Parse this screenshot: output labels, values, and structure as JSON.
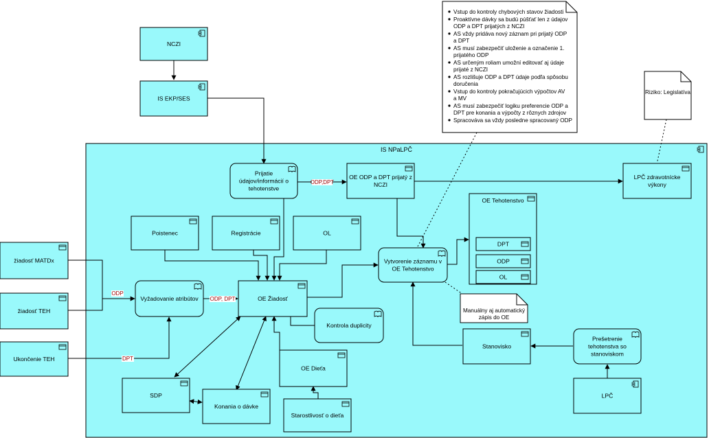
{
  "colors": {
    "fill": "#99f9fb",
    "stroke": "#000000",
    "note_fill": "#ffffff",
    "label_text": "#990000"
  },
  "container": {
    "label": "IS NPaLPČ",
    "icon": "component-icon"
  },
  "nodes": [
    {
      "id": "nczi",
      "label": "NCZI",
      "kind": "component"
    },
    {
      "id": "is-ekp",
      "label": "IS EKP/SES",
      "kind": "component"
    },
    {
      "id": "prijatie",
      "label": "Prijatie údajov/informácií o tehotenstve",
      "kind": "service"
    },
    {
      "id": "oe-odp-dpt",
      "label": "OE ODP a DPT prijatý z NCZI",
      "kind": "object"
    },
    {
      "id": "lpc-vykony",
      "label": "LPČ zdravotnícke výkony",
      "kind": "object"
    },
    {
      "id": "poistenec",
      "label": "Poistenec",
      "kind": "object"
    },
    {
      "id": "registracie",
      "label": "Registrácie",
      "kind": "object"
    },
    {
      "id": "ol",
      "label": "OL",
      "kind": "object"
    },
    {
      "id": "zaznam",
      "label": "Vytvorenie záznamu v OE Tehotenstvo",
      "kind": "service"
    },
    {
      "id": "oe-tehotenstvo",
      "label": "OE Tehotenstvo",
      "kind": "object"
    },
    {
      "id": "dpt",
      "label": "DPT",
      "kind": "object"
    },
    {
      "id": "odp",
      "label": "ODP",
      "kind": "object"
    },
    {
      "id": "ol-inner",
      "label": "OL",
      "kind": "object"
    },
    {
      "id": "ziadost-matdx",
      "label": "žiadosť MATDx",
      "kind": "object"
    },
    {
      "id": "ziadost-teh",
      "label": "žiadosť TEH",
      "kind": "object"
    },
    {
      "id": "ukoncenie-teh",
      "label": "Ukončenie TEH",
      "kind": "object"
    },
    {
      "id": "vyzadovanie",
      "label": "Vyžadovanie atribútov",
      "kind": "service"
    },
    {
      "id": "oe-ziadost",
      "label": "OE Žiadosť",
      "kind": "object"
    },
    {
      "id": "kontrola",
      "label": "Kontrola duplicity",
      "kind": "service"
    },
    {
      "id": "oe-dieta",
      "label": "OE Dieťa",
      "kind": "object"
    },
    {
      "id": "sdp",
      "label": "SDP",
      "kind": "object"
    },
    {
      "id": "konania",
      "label": "Konania o dávke",
      "kind": "object"
    },
    {
      "id": "starostlivost",
      "label": "Starostlivosť o dieťa",
      "kind": "object"
    },
    {
      "id": "stanovisko",
      "label": "Stanovisko",
      "kind": "object"
    },
    {
      "id": "presetrenie",
      "label": "Prešetrenie tehotenstva so stanoviskom",
      "kind": "service"
    },
    {
      "id": "lpc",
      "label": "LPČ",
      "kind": "component"
    }
  ],
  "edge_labels": {
    "odp_dpt_top": "ODP,DPT",
    "odp_dpt_mid": "ODP, DPT",
    "odp": "ODP",
    "dpt": "DPT"
  },
  "notes": {
    "requirements": [
      "Vstup do kontroly chybových stavov žiadosti",
      "Proaktívne dávky sa budú púšťať len z údajov ODP a DPT prijatých z NCZI",
      "AS vždy pridáva nový záznam pri prijatý ODP a DPT",
      "AS musí zabezpečiť uloženie a označenie 1. prijatého ODP",
      "AS určeným roliam umožní editovať aj údaje prijaté z NCZI",
      "AS rozlišuje ODP a DPT údaje podľa spôsobu doručenia",
      "Vstup do kontroly pokračujúcich výpočtov AV a MV",
      " AS musí zabezpečiť logiku preferencie ODP a DPT pre konania a výpočty z rôznych zdrojov",
      "Spracováva sa vždy posledne spracovaný ODP"
    ],
    "risk": "Riziko: Legislatíva",
    "manual": [
      "Manuálny aj automatický",
      "zápis do OE"
    ]
  }
}
